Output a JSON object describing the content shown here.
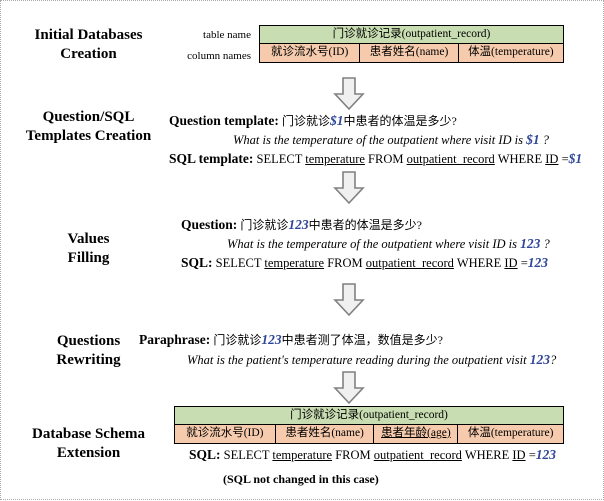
{
  "stages": [
    {
      "id": "initial-databases-creation",
      "label": "Initial Databases\nCreation"
    },
    {
      "id": "question-sql-templates-creation",
      "label": "Question/SQL\nTemplates Creation"
    },
    {
      "id": "values-filling",
      "label": "Values\nFilling"
    },
    {
      "id": "questions-rewriting",
      "label": "Questions\nRewriting"
    },
    {
      "id": "database-schema-extension",
      "label": "Database Schema\nExtension"
    }
  ],
  "stage1": {
    "table_name_label": "table name",
    "column_names_label": "column names",
    "table": {
      "name": "门诊就诊记录(outpatient_record)",
      "columns": [
        "就诊流水号(ID)",
        "患者姓名(name)",
        "体温(temperature)"
      ]
    }
  },
  "stage2": {
    "question_template_label": "Question template:",
    "question_template_cn_pre": "门诊就诊",
    "question_template_value": "$1",
    "question_template_cn_post": "中患者的体温是多少?",
    "question_template_en_pre": "What is the temperature of the outpatient where visit ID is ",
    "question_template_en_value": "$1",
    "question_template_en_post": " ?",
    "sql_template_label": "SQL template:",
    "sql_select": "SELECT",
    "sql_col": "temperature",
    "sql_from": "FROM",
    "sql_table": "outpatient_record",
    "sql_where": "WHERE",
    "sql_key": "ID",
    "sql_eq": "=",
    "sql_value": "$1"
  },
  "stage3": {
    "question_label": "Question:",
    "question_cn_pre": "门诊就诊",
    "question_value": "123",
    "question_cn_post": "中患者的体温是多少?",
    "question_en_pre": "What is the temperature of the outpatient where visit ID is ",
    "question_en_value": "123",
    "question_en_post": " ?",
    "sql_label": "SQL:",
    "sql_select": "SELECT",
    "sql_col": "temperature",
    "sql_from": "FROM",
    "sql_table": "outpatient_record",
    "sql_where": "WHERE",
    "sql_key": "ID",
    "sql_eq": "=",
    "sql_value": "123"
  },
  "stage4": {
    "paraphrase_label": "Paraphrase:",
    "paraphrase_cn_pre": "门诊就诊",
    "paraphrase_value": "123",
    "paraphrase_cn_post": "中患者测了体温，数值是多少?",
    "paraphrase_en_pre": "What is the patient's temperature reading during the outpatient visit ",
    "paraphrase_en_value": "123",
    "paraphrase_en_post": "?"
  },
  "stage5": {
    "table": {
      "name": "门诊就诊记录(outpatient_record)",
      "columns": [
        "就诊流水号(ID)",
        "患者姓名(name)",
        "患者年龄(age)",
        "体温(temperature)"
      ],
      "new_column_index": 2
    },
    "sql_label": "SQL:",
    "sql_select": "SELECT",
    "sql_col": "temperature",
    "sql_from": "FROM",
    "sql_table": "outpatient_record",
    "sql_where": "WHERE",
    "sql_key": "ID",
    "sql_eq": "=",
    "sql_value": "123",
    "note": "(SQL not changed in this case)"
  },
  "colors": {
    "table_name_bg": "#c9ddb2",
    "column_bg": "#f6cbad",
    "value_blue": "#2f4699",
    "arrow_fill": "#f0f0f0",
    "arrow_stroke": "#808080"
  },
  "arrows": [
    {
      "name": "arrow-stage1-to-stage2"
    },
    {
      "name": "arrow-stage2-to-stage3"
    },
    {
      "name": "arrow-stage3-to-stage4"
    },
    {
      "name": "arrow-stage4-to-stage5"
    }
  ]
}
